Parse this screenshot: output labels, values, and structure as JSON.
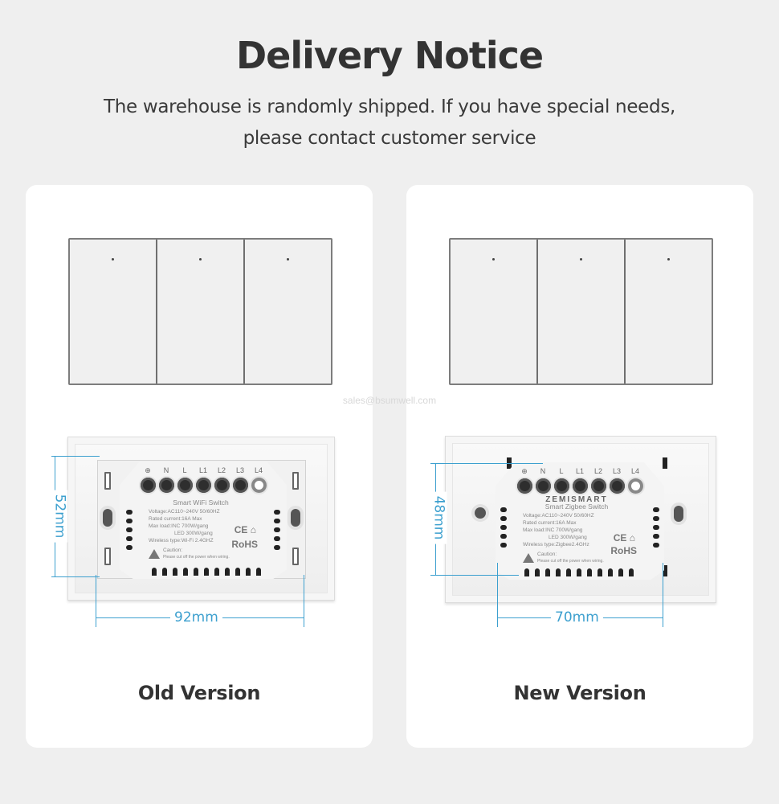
{
  "header": {
    "title": "Delivery Notice",
    "subtitle_line1": "The warehouse is randomly shipped. If you have special needs,",
    "subtitle_line2": "please contact customer service"
  },
  "watermark": "sales@bsumwell.com",
  "colors": {
    "background": "#efefef",
    "card": "#ffffff",
    "dimension_line": "#3da0cf",
    "text": "#333333"
  },
  "versions": [
    {
      "caption": "Old Version",
      "front_gangs": 3,
      "terminals": [
        "⊕",
        "N",
        "L",
        "L1",
        "L2",
        "L3",
        "L4"
      ],
      "label": {
        "brand": "",
        "product": "Smart WiFi Switch",
        "voltage": "Voltage:AC110~240V  50/60HZ",
        "rated_current": "Rated current:16A Max",
        "max_load": "Max load:INC 700W/gang",
        "led_load": "LED 300W/gang",
        "wireless": "Wireless type:Wi-Fi 2.4GHZ",
        "certs": "CE ⌂",
        "rohs": "RoHS",
        "caution_title": "Caution:",
        "caution_text": "Please cut off the power when wiring."
      },
      "height_dim": "52mm",
      "width_dim": "92mm"
    },
    {
      "caption": "New Version",
      "front_gangs": 3,
      "terminals": [
        "⊕",
        "N",
        "L",
        "L1",
        "L2",
        "L3",
        "L4"
      ],
      "label": {
        "brand": "ZEMISMART",
        "product": "Smart Zigbee Switch",
        "voltage": "Voltage:AC110~240V  50/60HZ",
        "rated_current": "Rated current:16A Max",
        "max_load": "Max load:INC 700W/gang",
        "led_load": "LED 300W/gang",
        "wireless": "Wireless type:Zigbee2.4GHz",
        "certs": "CE ⌂",
        "rohs": "RoHS",
        "caution_title": "Caution:",
        "caution_text": "Please cut off the power when wiring."
      },
      "height_dim": "48mm",
      "width_dim": "70mm"
    }
  ]
}
